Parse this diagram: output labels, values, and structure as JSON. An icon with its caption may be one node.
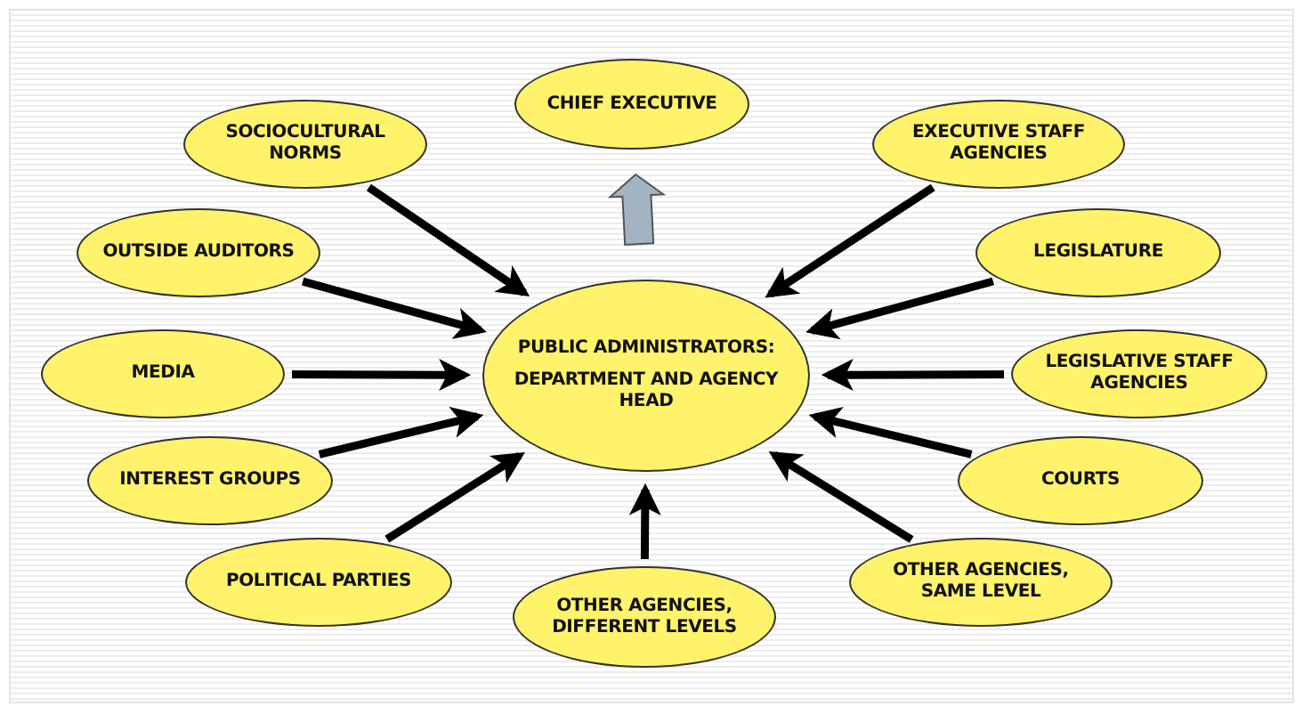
{
  "diagram": {
    "nodes": [
      {
        "text": [
          "PUBLIC ADMINISTRATORS:",
          "DEPARTMENT AND AGENCY HEAD"
        ]
      },
      {
        "text": [
          "CHIEF EXECUTIVE"
        ]
      },
      {
        "text": [
          "SOCIOCULTURAL NORMS"
        ]
      },
      {
        "text": [
          "OUTSIDE AUDITORS"
        ]
      },
      {
        "text": [
          "MEDIA"
        ]
      },
      {
        "text": [
          "INTEREST GROUPS"
        ]
      },
      {
        "text": [
          "POLITICAL PARTIES"
        ]
      },
      {
        "text": [
          "OTHER AGENCIES, DIFFERENT LEVELS"
        ]
      },
      {
        "text": [
          "EXECUTIVE STAFF AGENCIES"
        ]
      },
      {
        "text": [
          "LEGISLATURE"
        ]
      },
      {
        "text": [
          "LEGISLATIVE STAFF AGENCIES"
        ]
      },
      {
        "text": [
          "COURTS"
        ]
      },
      {
        "text": [
          "OTHER AGENCIES, SAME LEVEL"
        ]
      }
    ],
    "edges": [
      {
        "from": 0,
        "to": 1,
        "arrow": "to",
        "style": "thick",
        "color": "#a3b3c2"
      },
      {
        "from": 2,
        "to": 0,
        "arrow": "to"
      },
      {
        "from": 3,
        "to": 0,
        "arrow": "to"
      },
      {
        "from": 4,
        "to": 0,
        "arrow": "to"
      },
      {
        "from": 5,
        "to": 0,
        "arrow": "to"
      },
      {
        "from": 6,
        "to": 0,
        "arrow": "to"
      },
      {
        "from": 7,
        "to": 0,
        "arrow": "to"
      },
      {
        "from": 8,
        "to": 0,
        "arrow": "to"
      },
      {
        "from": 9,
        "to": 0,
        "arrow": "to"
      },
      {
        "from": 10,
        "to": 0,
        "arrow": "to"
      },
      {
        "from": 11,
        "to": 0,
        "arrow": "to"
      },
      {
        "from": 12,
        "to": 0,
        "arrow": "to"
      }
    ]
  }
}
